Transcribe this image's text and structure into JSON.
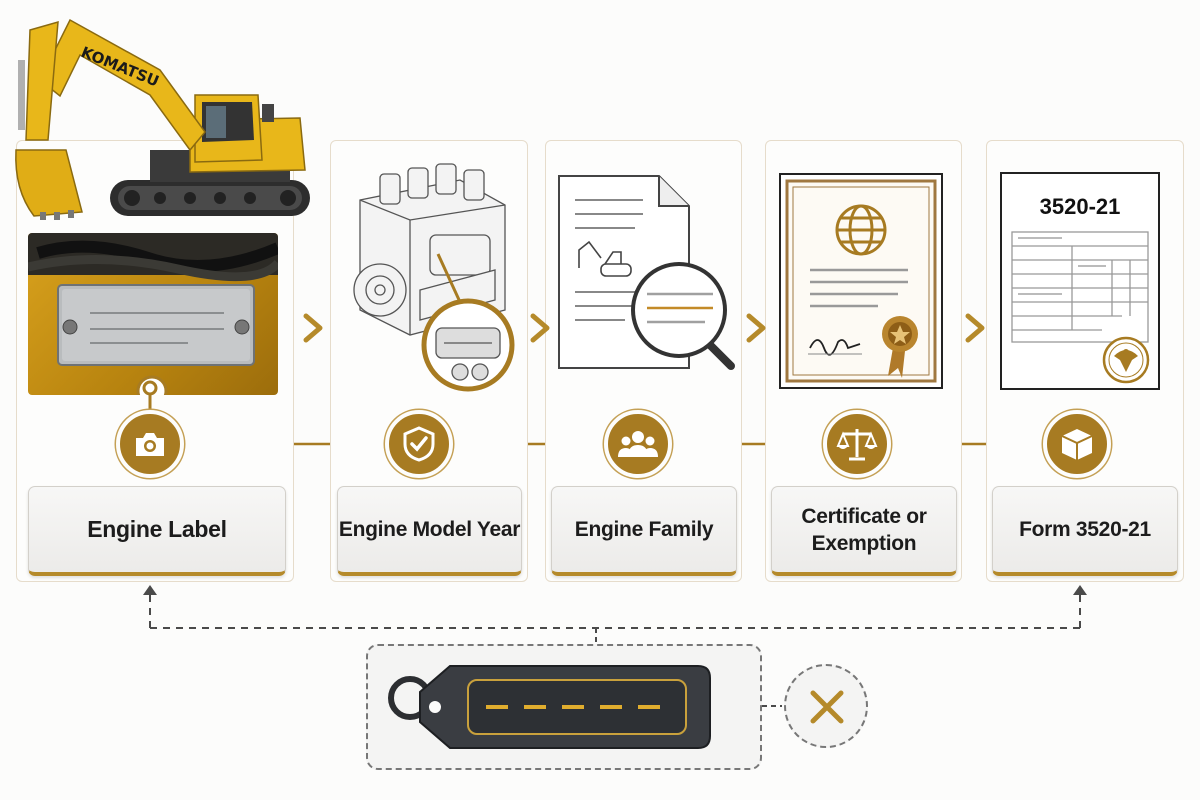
{
  "brand_text": "KOMATSU",
  "form_number": "3520-21",
  "steps": [
    {
      "label": "Engine Label",
      "icon": "camera-icon"
    },
    {
      "label": "Engine Model Year",
      "icon": "shield-check-icon"
    },
    {
      "label": "Engine Family",
      "icon": "people-icon"
    },
    {
      "label": "Certificate or\nExemption",
      "icon": "scales-icon"
    },
    {
      "label": "Form 3520-21",
      "icon": "box-icon"
    }
  ],
  "colors": {
    "accent": "#a77b22",
    "machine_yellow": "#e8b71a",
    "tag_dark": "#3a3d42"
  },
  "status_icon": "close-x-icon"
}
